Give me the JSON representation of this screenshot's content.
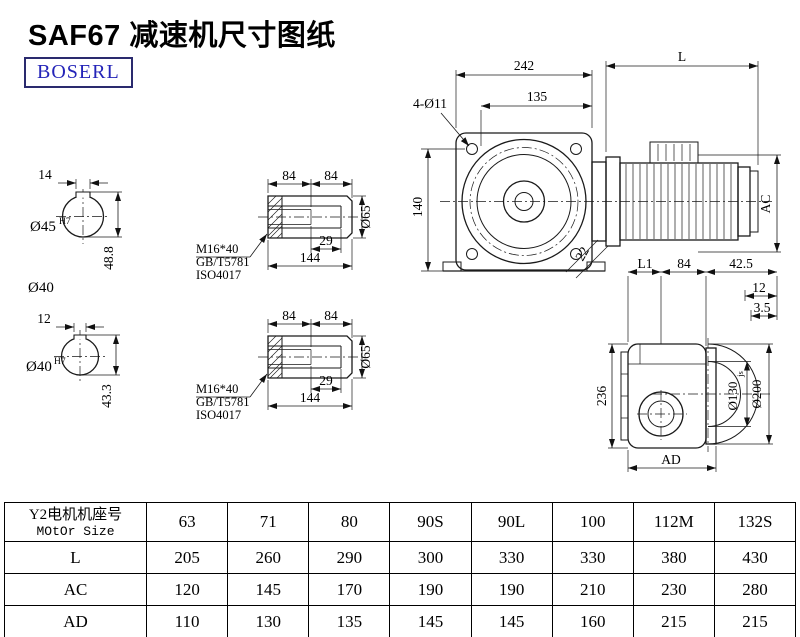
{
  "page": {
    "title": "SAF67 减速机尺寸图纸",
    "logo": "BOSERL"
  },
  "main_view": {
    "dim_width": "242",
    "dim_motor_length": "L",
    "dim_bolt_holes": "4-Ø11",
    "dim_flange_offset": "135",
    "dim_height": "140",
    "dim_foot": "22",
    "dim_motor_height": "AC"
  },
  "shaft_end_top": {
    "dim_key_width": "14",
    "dim_bore": "Ø45",
    "dim_bore_tol": "H7",
    "dim_key_height": "48.8"
  },
  "shaft_label_mid": "Ø40",
  "shaft_end_bottom": {
    "dim_key_width": "12",
    "dim_bore": "Ø40",
    "dim_bore_tol": "H7",
    "dim_key_height": "43.3"
  },
  "shaft_detail_top": {
    "dim_seg1": "84",
    "dim_seg2": "84",
    "bolt_line1": "M16*40",
    "bolt_line2": "GB/T5781",
    "bolt_line3": "ISO4017",
    "dim_thread": "29",
    "dim_length": "144",
    "dim_diameter": "Ø65"
  },
  "shaft_detail_bottom": {
    "dim_seg1": "84",
    "dim_seg2": "84",
    "bolt_line1": "M16*40",
    "bolt_line2": "GB/T5781",
    "bolt_line3": "ISO4017",
    "dim_thread": "29",
    "dim_length": "144",
    "dim_diameter": "Ø65"
  },
  "side_view": {
    "dim_l1": "L1",
    "dim_84": "84",
    "dim_42_5": "42.5",
    "dim_12": "12",
    "dim_3_5": "3.5",
    "dim_height": "236",
    "dim_spigot": "Ø130",
    "dim_spigot_tol": "js",
    "dim_flange": "Ø200",
    "dim_ad": "AD"
  },
  "table": {
    "header": {
      "label_line1": "Y2电机机座号",
      "label_line2": "MOtOr Size",
      "sizes": [
        "63",
        "71",
        "80",
        "90S",
        "90L",
        "100",
        "112M",
        "132S"
      ]
    },
    "rows": [
      {
        "label": "L",
        "values": [
          "205",
          "260",
          "290",
          "300",
          "330",
          "330",
          "380",
          "430"
        ]
      },
      {
        "label": "AC",
        "values": [
          "120",
          "145",
          "170",
          "190",
          "190",
          "210",
          "230",
          "280"
        ]
      },
      {
        "label": "AD",
        "values": [
          "110",
          "130",
          "135",
          "145",
          "145",
          "160",
          "215",
          "215"
        ]
      }
    ]
  }
}
